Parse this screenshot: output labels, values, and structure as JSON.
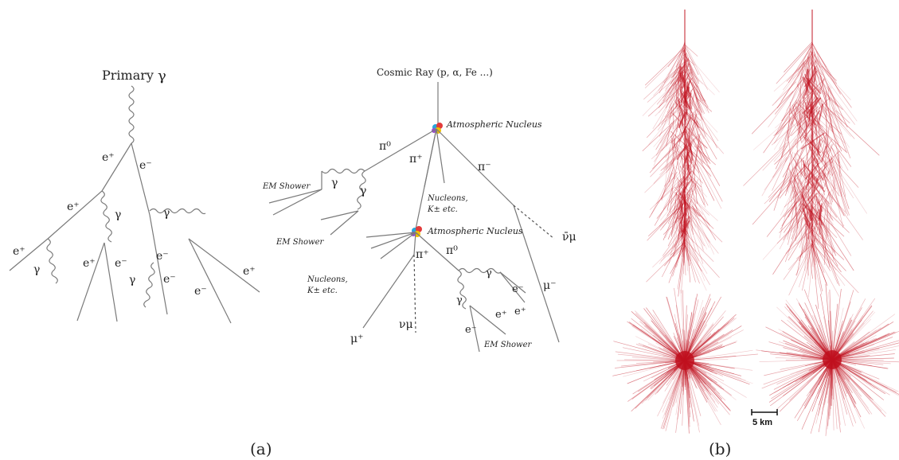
{
  "panel_a": {
    "caption": "(a)",
    "gamma_shower": {
      "primary_label": "Primary",
      "gamma": "γ",
      "e_plus": "e⁺",
      "e_minus": "e⁻"
    },
    "cosmic_shower": {
      "title": "Cosmic Ray (p, α, Fe ...)",
      "atmospheric_nucleus": "Atmospheric Nucleus",
      "em_shower": "EM Shower",
      "nucleons_kaons": "Nucleons,",
      "kaons_etc": "K±  etc.",
      "pi0": "π⁰",
      "pi_plus": "π⁺",
      "pi_minus": "π⁻",
      "mu_plus": "μ⁺",
      "mu_minus": "μ⁻",
      "nu_mu": "νμ",
      "nu_mu_bar": "ν̄μ",
      "gamma": "γ",
      "e_plus": "e⁺",
      "e_minus": "e⁻"
    }
  },
  "panel_b": {
    "caption": "(b)",
    "scale_bar": "5 km",
    "shower_color": "#c0101e"
  }
}
